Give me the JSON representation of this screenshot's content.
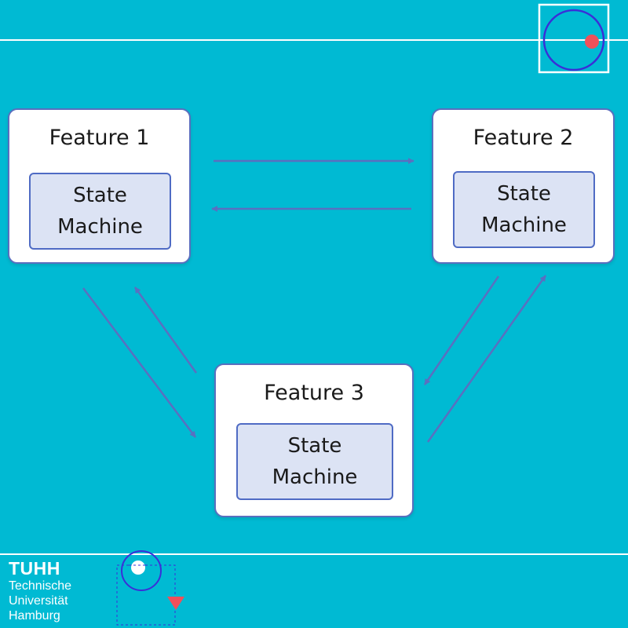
{
  "features": [
    {
      "title": "Feature 1",
      "state_machine": {
        "line1": "State",
        "line2": "Machine"
      }
    },
    {
      "title": "Feature 2",
      "state_machine": {
        "line1": "State",
        "line2": "Machine"
      }
    },
    {
      "title": "Feature 3",
      "state_machine": {
        "line1": "State",
        "line2": "Machine"
      }
    }
  ],
  "logo": {
    "name": "TUHH",
    "line1": "Technische",
    "line2": "Universität",
    "line3": "Hamburg"
  },
  "colors": {
    "background": "#00BAD3",
    "arrow": "#5A6FC0",
    "box_border": "#5A6FBF",
    "state_machine_fill": "#DCE3F4",
    "decor_circle": "#3A2FD8",
    "decor_dot": "#F0505A"
  }
}
